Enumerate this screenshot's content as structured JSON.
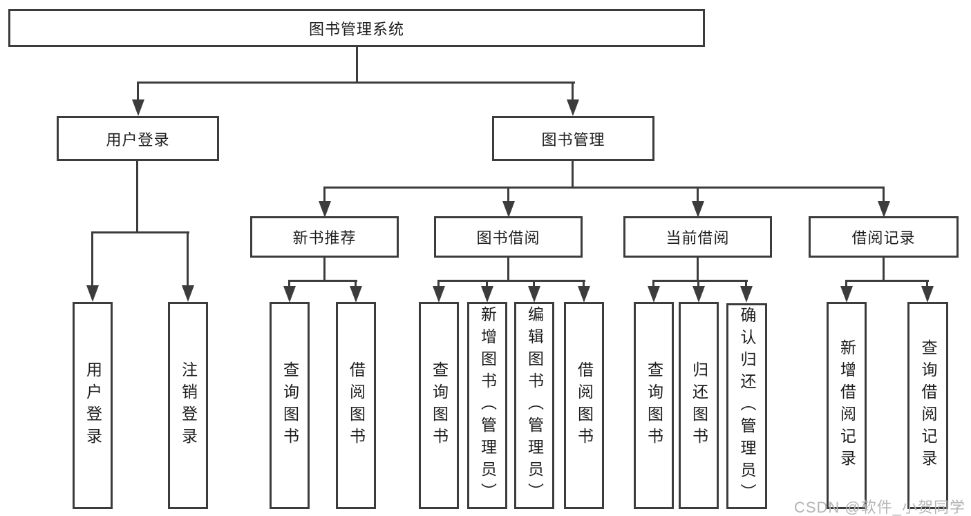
{
  "diagram": {
    "root": {
      "label": "图书管理系统"
    },
    "level2": [
      {
        "id": "user-login",
        "label": "用户登录",
        "children": [
          "用户登录",
          "注销登录"
        ]
      },
      {
        "id": "book-management",
        "label": "图书管理"
      }
    ],
    "level3": [
      {
        "id": "new-book-recommend",
        "label": "新书推荐",
        "children": [
          "查询图书",
          "借阅图书"
        ]
      },
      {
        "id": "book-borrow",
        "label": "图书借阅",
        "children": [
          "查询图书",
          "新增图书（管理员）",
          "编辑图书（管理员）",
          "借阅图书"
        ]
      },
      {
        "id": "current-borrow",
        "label": "当前借阅",
        "children": [
          "查询图书",
          "归还图书",
          "确认归还（管理员）"
        ]
      },
      {
        "id": "borrow-records",
        "label": "借阅记录",
        "children": [
          "新增借阅记录",
          "查询借阅记录"
        ]
      }
    ]
  },
  "watermark": {
    "text": "CSDN @软件_小贺同学"
  },
  "colors": {
    "line": "#3c3c3c",
    "text": "#1d1d1d",
    "watermark": "#b5b5b5",
    "background": "#ffffff"
  }
}
